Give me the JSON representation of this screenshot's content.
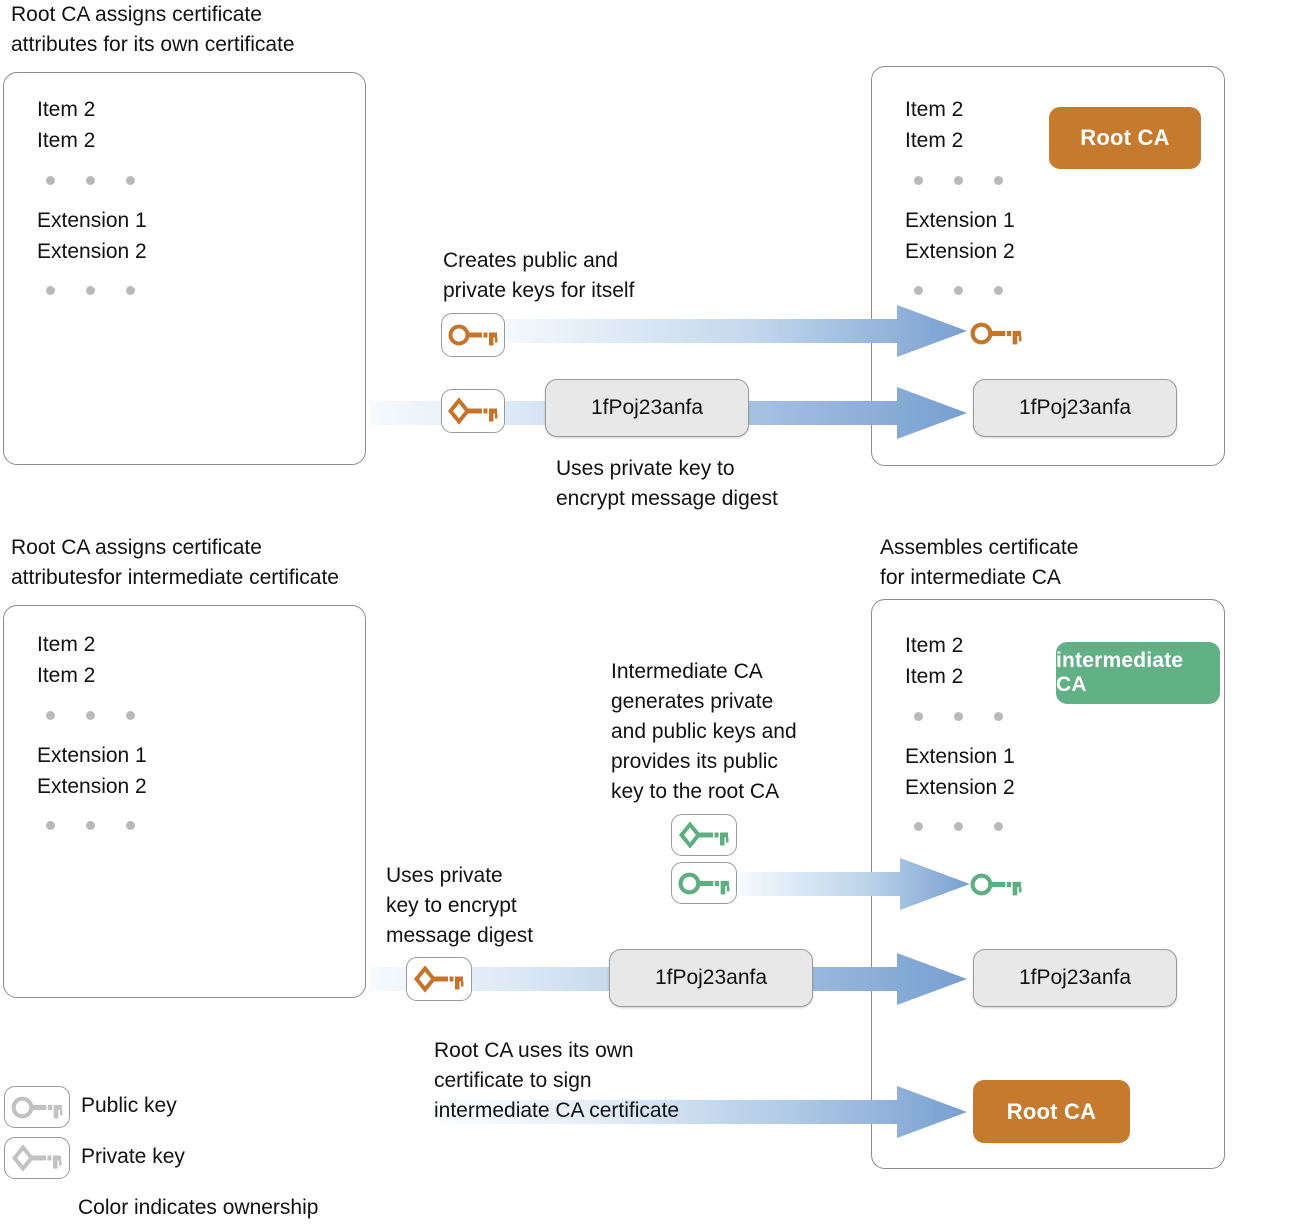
{
  "colors": {
    "root_ca": "#c57a2e",
    "intermediate_ca": "#62b186",
    "arrow_dark": "#789fd0",
    "arrow_light": "#f4f8fc",
    "panel_border": "#8c8c8c",
    "digest_bg": "#e8e8e8",
    "dot": "#b9b9b9",
    "key_gray": "#bdbdbd"
  },
  "section1": {
    "left_heading": "Root CA assigns certificate\nattributes for its own certificate",
    "left_cert": {
      "items": [
        "Item 2",
        "Item 2"
      ],
      "extensions": [
        "Extension 1",
        "Extension 2"
      ]
    },
    "right_cert": {
      "items": [
        "Item 2",
        "Item 2"
      ],
      "extensions": [
        "Extension 1",
        "Extension 2"
      ],
      "badge": "Root CA",
      "digest": "1fPoj23anfa"
    },
    "note_keys": "Creates public and\nprivate keys for itself",
    "note_encrypt": "Uses private key to\nencrypt message digest",
    "digest": "1fPoj23anfa",
    "public_key_icon": "public-key-icon",
    "private_key_icon": "private-key-icon"
  },
  "section2": {
    "left_heading": "Root CA assigns certificate\nattributesfor intermediate certificate",
    "right_heading": "Assembles certificate\nfor intermediate CA",
    "left_cert": {
      "items": [
        "Item 2",
        "Item 2"
      ],
      "extensions": [
        "Extension 1",
        "Extension 2"
      ]
    },
    "right_cert": {
      "items": [
        "Item 2",
        "Item 2"
      ],
      "extensions": [
        "Extension 1",
        "Extension 2"
      ],
      "badge": "intermediate CA",
      "digest": "1fPoj23anfa",
      "sign_badge": "Root CA"
    },
    "note_intermediate": "Intermediate CA\ngenerates private\nand public keys and\nprovides its public\nkey to the root CA",
    "note_encrypt": "Uses private\nkey to encrypt\nmessage digest",
    "note_sign": "Root CA uses its own\ncertificate to sign\nintermediate CA certificate",
    "digest": "1fPoj23anfa"
  },
  "legend": {
    "public_key": "Public key",
    "private_key": "Private key",
    "footer": "Color indicates ownership"
  }
}
